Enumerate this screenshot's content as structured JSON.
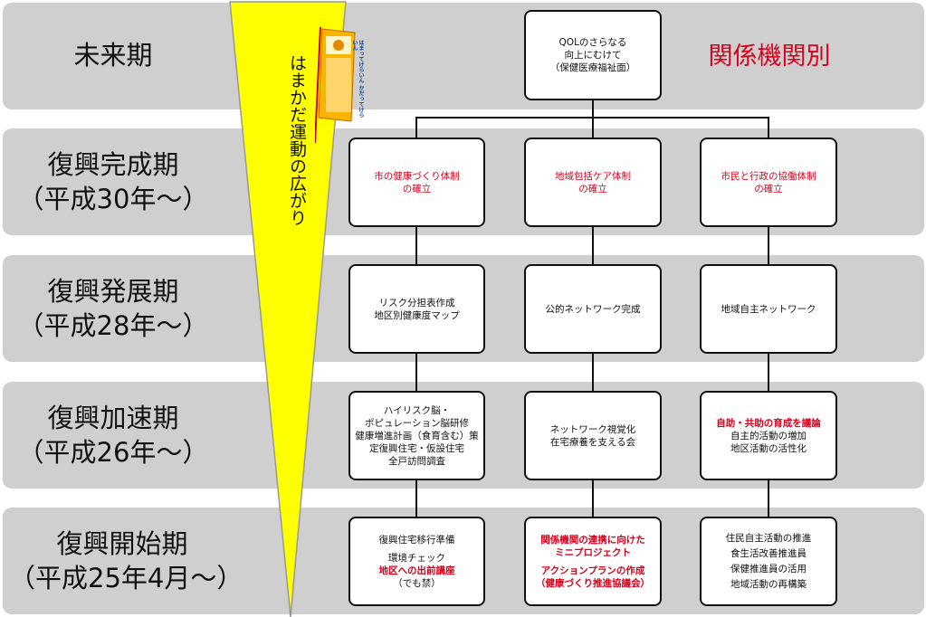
{
  "phases": [
    {
      "name": "未来期",
      "sub": ""
    },
    {
      "name": "復興完成期",
      "sub": "（平成30年～）"
    },
    {
      "name": "復興発展期",
      "sub": "（平成28年～）"
    },
    {
      "name": "復興加速期",
      "sub": "（平成26年～）"
    },
    {
      "name": "復興開始期",
      "sub": "（平成25年4月～）"
    }
  ],
  "wedge_label": "はまかだ運動の広がり",
  "banner_text": "はまってけらいん かだってけらいん",
  "header": "関係機関別",
  "top_box": [
    "QOLのさらなる",
    "向上にむけて",
    "（保健医療福祉面）"
  ],
  "row1": [
    [
      "市の健康づくり体制",
      "の確立"
    ],
    [
      "地域包括ケア体制",
      "の確立"
    ],
    [
      "市民と行政の協働体制",
      "の確立"
    ]
  ],
  "row2": [
    [
      "リスク分担表作成",
      "地区別健康度マップ"
    ],
    [
      "公的ネットワーク完成"
    ],
    [
      "地域自主ネットワーク"
    ]
  ],
  "row3": {
    "c1": [
      "ハイリスク脳・",
      "ポピュレーション脳研修",
      "健康増進計画（食育含む）策",
      "定復興住宅・仮設住宅",
      "全戸訪問調査"
    ],
    "c2": [
      "ネットワーク視覚化",
      "在宅療養を支える会"
    ],
    "c3_red": "自助・共助の育成を議論",
    "c3": [
      "自主的活動の増加",
      "地区活動の活性化"
    ]
  },
  "row4": {
    "c1_a": "復興住宅移行準備",
    "c1_b": "環境チェック",
    "c1_red": "地区への出前講座",
    "c1_c": "（でも禁）",
    "c2_a": "関係機関の連携に向けた",
    "c2_b": "ミニプロジェクト",
    "c2_c": "アクションプランの作成",
    "c2_d": "（健康づくり推進協議会）",
    "c3": [
      "住民自主活動の推進",
      "食生活改善推進員",
      "保健推進員の活用",
      "地域活動の再構築"
    ]
  },
  "colors": {
    "band": "#cfcfcf",
    "wedge": "#ffff00",
    "red": "#d9001b",
    "flag": "#f7b500"
  }
}
